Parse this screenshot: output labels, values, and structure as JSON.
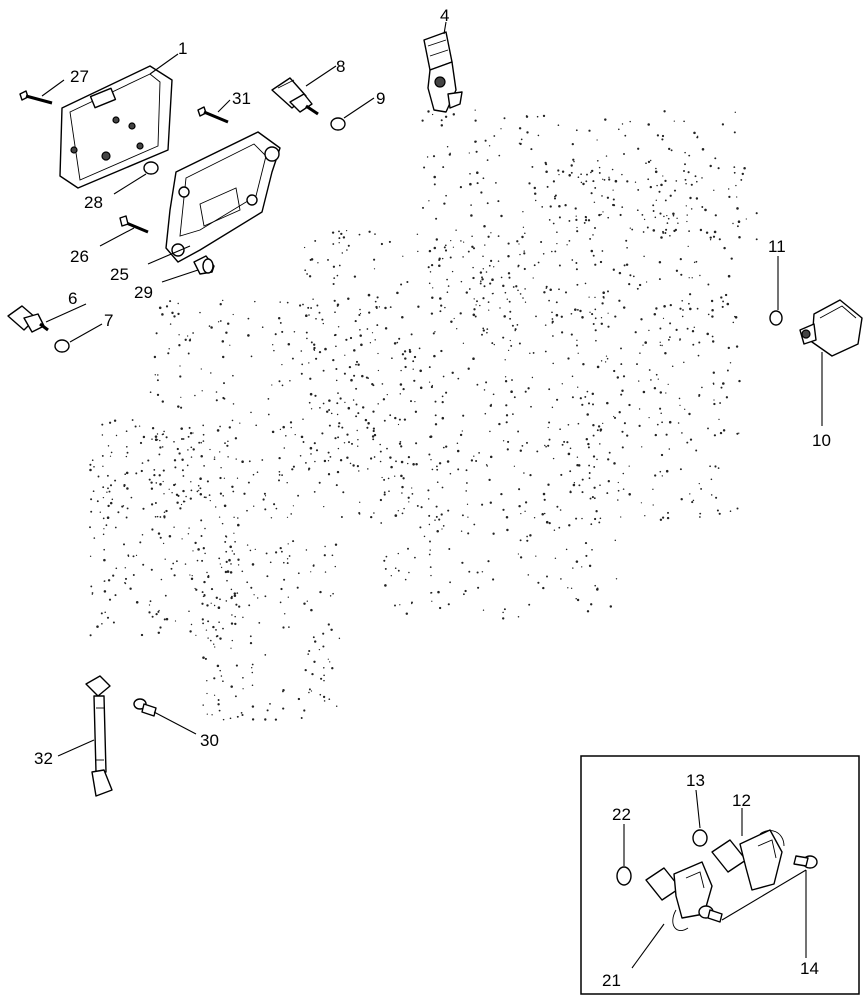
{
  "callouts": [
    {
      "id": "c1",
      "text": "1"
    },
    {
      "id": "c4",
      "text": "4"
    },
    {
      "id": "c6",
      "text": "6"
    },
    {
      "id": "c7",
      "text": "7"
    },
    {
      "id": "c8",
      "text": "8"
    },
    {
      "id": "c9",
      "text": "9"
    },
    {
      "id": "c10",
      "text": "10"
    },
    {
      "id": "c11",
      "text": "11"
    },
    {
      "id": "c12",
      "text": "12"
    },
    {
      "id": "c13",
      "text": "13"
    },
    {
      "id": "c14",
      "text": "14"
    },
    {
      "id": "c21",
      "text": "21"
    },
    {
      "id": "c22",
      "text": "22"
    },
    {
      "id": "c25",
      "text": "25"
    },
    {
      "id": "c26",
      "text": "26"
    },
    {
      "id": "c27",
      "text": "27"
    },
    {
      "id": "c28",
      "text": "28"
    },
    {
      "id": "c29",
      "text": "29"
    },
    {
      "id": "c30",
      "text": "30"
    },
    {
      "id": "c31",
      "text": "31"
    },
    {
      "id": "c32",
      "text": "32"
    }
  ],
  "colors": {
    "ink": "#000000",
    "background": "#ffffff"
  }
}
